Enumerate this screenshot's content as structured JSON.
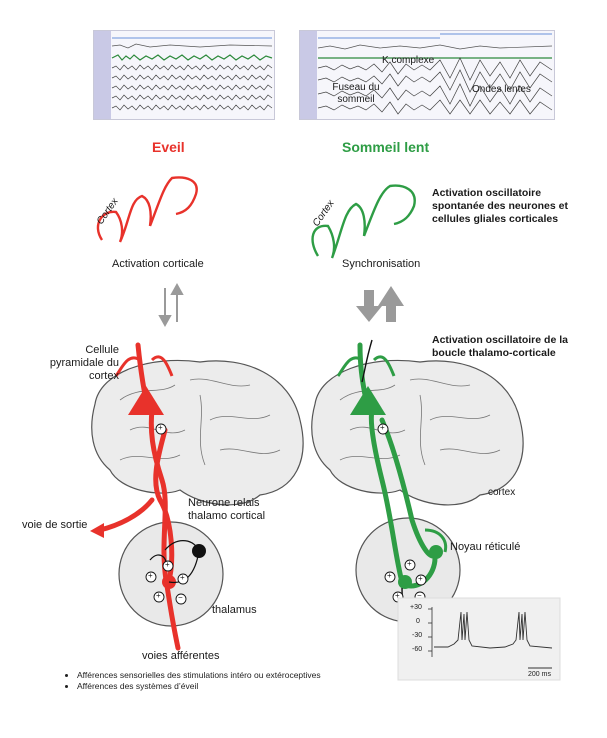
{
  "headings": {
    "awake": "Eveil",
    "sleep": "Sommeil lent"
  },
  "eeg_labels": {
    "k_complex": "K complexe",
    "spindle": "Fuseau du sommeil",
    "slow_waves": "Ondes lentes"
  },
  "left": {
    "cortex": "Cortex",
    "cortical_activation": "Activation corticale",
    "pyramidal_cell": "Cellule pyramidale du cortex",
    "relay_neuron": "Neurone relais thalamo cortical",
    "output_path": "voie de sortie",
    "thalamus": "thalamus",
    "afferent_paths": "voies afférentes",
    "bullets": [
      "Afférences sensorielles des stimulations intéro ou extéroceptives",
      "Afférences des systèmes d’éveil"
    ]
  },
  "right": {
    "cortex": "Cortex",
    "synchronisation": "Synchronisation",
    "note_top": "Activation oscillatoire spontanée des neurones et cellules gliales corticales",
    "note_mid": "Activation oscillatoire de la boucle thalamo-corticale",
    "cortex_label": "cortex",
    "reticular": "Noyau réticulé"
  },
  "trace": {
    "yticks": [
      "+30",
      "0",
      "-30",
      "-60"
    ],
    "scale": "200 ms"
  },
  "colors": {
    "awake": "#e8322b",
    "sleep": "#2e9d45",
    "arrow_gray": "#9a9a9a"
  }
}
